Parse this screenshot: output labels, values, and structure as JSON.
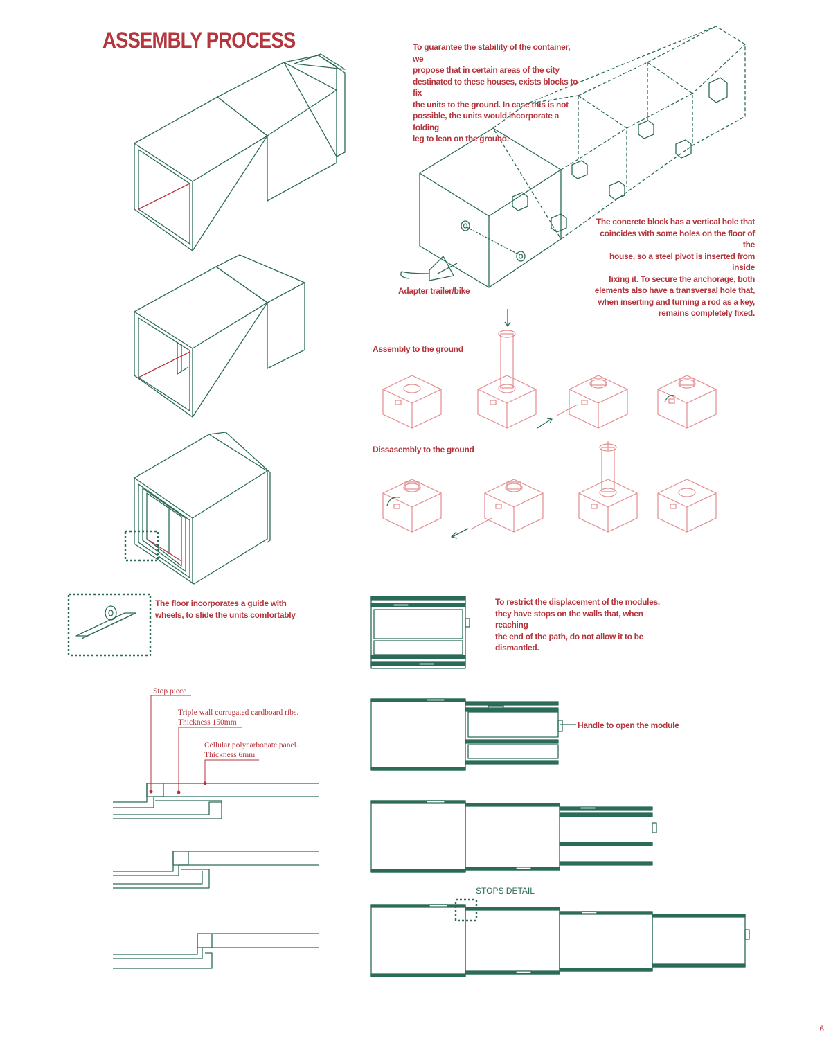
{
  "page": {
    "title": "ASSEMBLY PROCESS",
    "page_number": "6",
    "colors": {
      "line_green": "#2b6b57",
      "accent_red": "#b5353c",
      "pink": "#e48b8e"
    }
  },
  "notes": {
    "stability": [
      "To guarantee the stability of the container, we",
      "propose that in certain areas of the city",
      "destinated to these houses, exists blocks to fix",
      "the units to the ground. In  case this is not",
      "possible, the units would incorporate a folding",
      "leg to lean on the ground."
    ],
    "concrete_block": [
      "The concrete block has a vertical hole that",
      "coincides with some holes on the floor of the",
      "house, so a steel pivot is inserted from inside",
      "fixing it. To secure the anchorage, both",
      "elements also have a transversal hole that,",
      "when inserting and turning a rod as a key,",
      "remains completely fixed."
    ],
    "adapter": "Adapter trailer/bike",
    "assembly_ground": "Assembly to the ground",
    "disassembly_ground": "Dissasembly to the ground",
    "floor_guide": [
      "The floor incorporates a guide with",
      "wheels, to slide the units comfortably"
    ],
    "restrict": [
      "To restrict the displacement of the modules,",
      "they have stops on the walls that, when reaching",
      "the end of the path, do not allow it to be",
      "dismantled."
    ],
    "handle": "Handle to open the module",
    "stops_detail": "STOPS DETAIL"
  },
  "detail_labels": {
    "stop_piece": "Stop piece",
    "ribs": [
      "Triple wall corrugated cardboard ribs.",
      "Thickness 150mm"
    ],
    "panel": [
      "Cellular polycarbonate panel.",
      "Thickness 6mm"
    ]
  }
}
